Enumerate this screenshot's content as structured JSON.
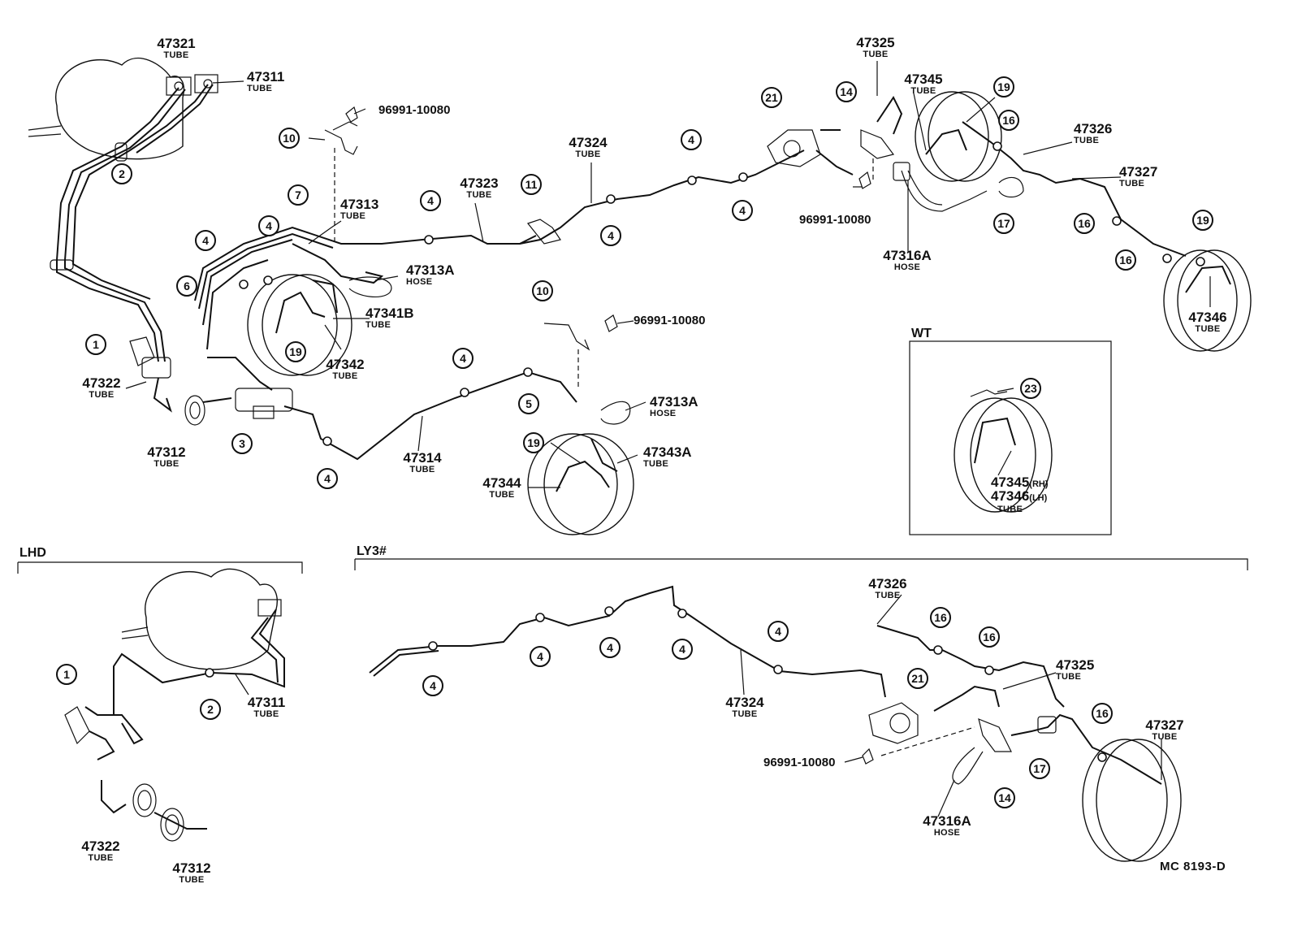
{
  "drawing_code": "MC  8193-D",
  "sections": {
    "wt": "WT",
    "lhd": "LHD",
    "ly3": "LY3#"
  },
  "labels": {
    "tube": "TUBE",
    "hose": "HOSE",
    "rh": "(RH)",
    "lh": "(LH)"
  },
  "parts": {
    "p47321": "47321",
    "p47311": "47311",
    "p47325": "47325",
    "p47345": "47345",
    "p47326": "47326",
    "p47327": "47327",
    "p47324": "47324",
    "p47323": "47323",
    "p47313": "47313",
    "p47313a": "47313A",
    "p47341b": "47341B",
    "p47342": "47342",
    "p47322": "47322",
    "p47312": "47312",
    "p47314": "47314",
    "p47344": "47344",
    "p47343a": "47343A",
    "p47316a": "47316A",
    "p47346": "47346"
  },
  "bolt": "96991-10080",
  "callouts": {
    "c1": "1",
    "c2": "2",
    "c3": "3",
    "c4": "4",
    "c5": "5",
    "c6": "6",
    "c7": "7",
    "c10": "10",
    "c11": "11",
    "c14": "14",
    "c16": "16",
    "c17": "17",
    "c19": "19",
    "c21": "21",
    "c23": "23"
  },
  "icons": {
    "master_cylinder": "brake-master-cylinder-icon",
    "drum": "brake-drum-icon",
    "clip": "tube-clip-icon",
    "proportioning_valve": "load-sensing-valve-icon",
    "bracket": "bracket-icon",
    "joint": "tube-union-icon"
  }
}
